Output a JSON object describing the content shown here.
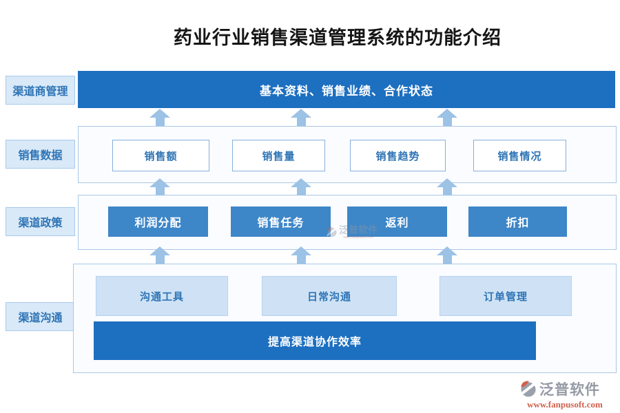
{
  "title": "药业行业销售渠道管理系统的功能介绍",
  "rows": [
    {
      "label": "渠道商管理",
      "bar": "基本资料、销售业绩、合作状态"
    },
    {
      "label": "销售数据",
      "boxes": [
        "销售额",
        "销售量",
        "销售趋势",
        "销售情况"
      ]
    },
    {
      "label": "渠道政策",
      "boxes": [
        "利润分配",
        "销售任务",
        "返利",
        "折扣"
      ]
    },
    {
      "label": "渠道沟通",
      "boxes": [
        "沟通工具",
        "日常沟通",
        "订单管理"
      ],
      "bar": "提高渠道协作效率"
    }
  ],
  "watermark": {
    "brand": "泛普软件",
    "sub": "www.fanpusoft.com"
  },
  "logo": {
    "brand": "泛普软件",
    "url": "www.fanpusoft.com"
  },
  "colors": {
    "bar_blue": "#1d6fc0",
    "solid_box_blue": "#3d86c8",
    "arrow_blue": "#9cc2e6",
    "tint_box_fill": "#cfe2f5",
    "label_fill": "#d9e9f8",
    "text_blue": "#2e74b5",
    "logo_red": "#d0614d",
    "logo_gray": "#949aa5"
  }
}
